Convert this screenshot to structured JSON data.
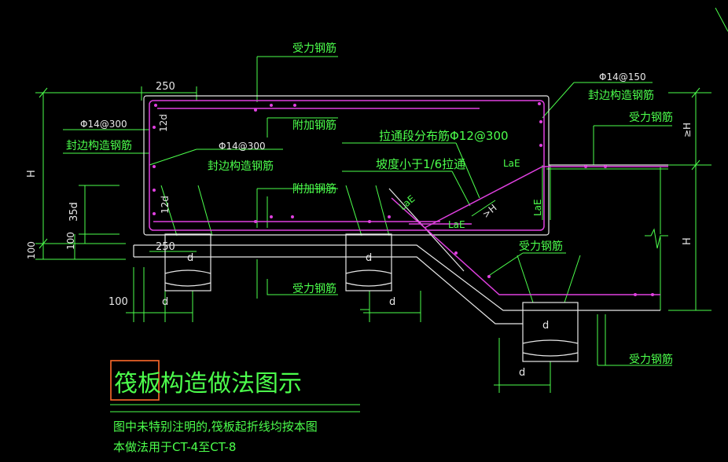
{
  "colors": {
    "background": "#000000",
    "leader": "#4cff4c",
    "dimension": "#4cff4c",
    "outline": "#ffffff",
    "rebar": "#e040e0",
    "title_highlight": "#ff6a2a"
  },
  "labels": {
    "main_rebar": "受力钢筋",
    "extra_rebar": "附加钢筋",
    "edge_rebar": "封边构造钢筋",
    "spec_left": "Φ14@300",
    "spec_mid": "Φ14@300",
    "spec_right": "Φ14@150",
    "distribution": "拉通段分布筋Φ12@300",
    "slope": "坡度小于1/6拉通"
  },
  "dims": {
    "d250_top": "250",
    "d250_bottom": "250",
    "d12d_top": "12d",
    "d12d_bottom": "12d",
    "H_left": "H",
    "d35d": "35d",
    "d100_left": "100",
    "d100_inner": "100",
    "d100_bottom": "100",
    "d_label": "d",
    "LaE_a": "LaE",
    "LaE_b": "LaE",
    "LaE_c": "LaE",
    "LaE_d": "LaE",
    "H_step": ">H",
    "H_right_top": "≥H",
    "H_right": "H"
  },
  "title": {
    "highlight": "筏板",
    "rest": "构造做法图示"
  },
  "notes": {
    "line1": "图中未特别注明的,筏板起折线均按本图",
    "line2": "本做法用于CT-4至CT-8"
  }
}
